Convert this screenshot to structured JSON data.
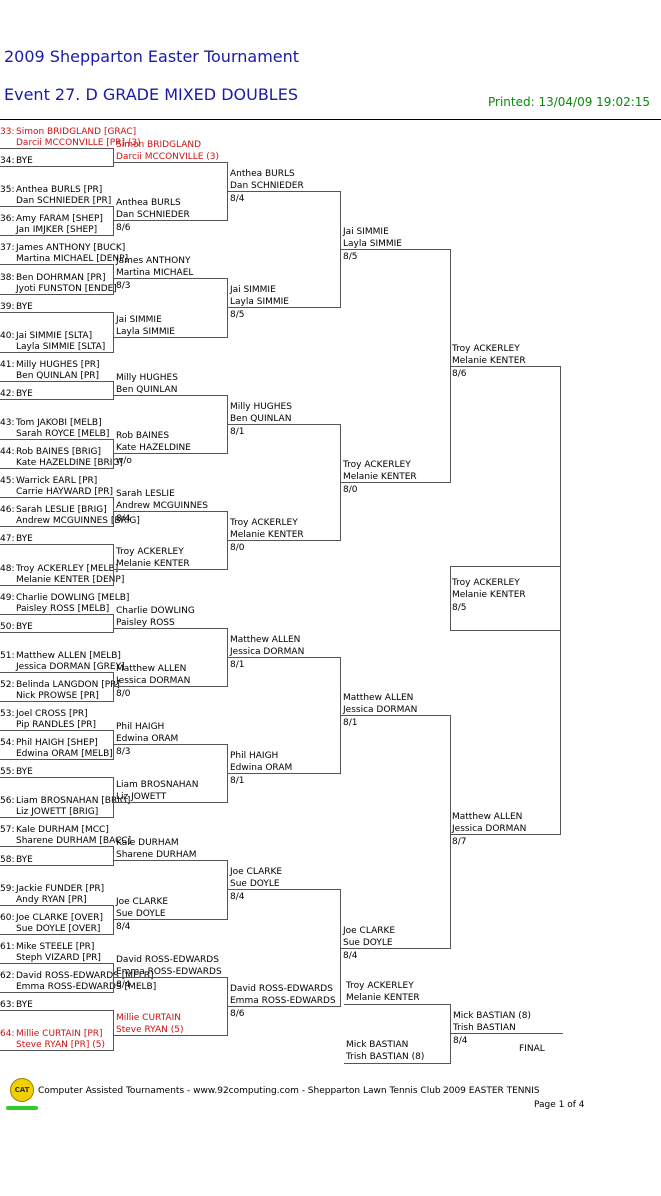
{
  "header": {
    "tournament": "2009 Shepparton Easter Tournament",
    "event": "Event 27. D GRADE MIXED DOUBLES",
    "printed": "Printed: 13/04/09 19:02:15"
  },
  "round1": [
    {
      "no": "33:",
      "p1": "Simon BRIDGLAND [GRAC]",
      "p2": "Darcii MCCONVILLE [PR] (3)",
      "seed": true
    },
    {
      "no": "34:",
      "p1": "BYE",
      "p2": ""
    },
    {
      "no": "35:",
      "p1": "Anthea BURLS [PR]",
      "p2": "Dan SCHNIEDER [PR]"
    },
    {
      "no": "36:",
      "p1": "Amy FARAM [SHEP]",
      "p2": "Jan IMJKER [SHEP]"
    },
    {
      "no": "37:",
      "p1": "James ANTHONY [BUCK]",
      "p2": "Martina MICHAEL [DENP]"
    },
    {
      "no": "38:",
      "p1": "Ben DOHRMAN [PR]",
      "p2": "Jyoti FUNSTON [ENDE]"
    },
    {
      "no": "39:",
      "p1": "BYE",
      "p2": ""
    },
    {
      "no": "40:",
      "p1": "Jai SIMMIE [SLTA]",
      "p2": "Layla SIMMIE [SLTA]"
    },
    {
      "no": "41:",
      "p1": "Milly HUGHES [PR]",
      "p2": "Ben QUINLAN [PR]"
    },
    {
      "no": "42:",
      "p1": "BYE",
      "p2": ""
    },
    {
      "no": "43:",
      "p1": "Tom JAKOBI [MELB]",
      "p2": "Sarah ROYCE [MELB]"
    },
    {
      "no": "44:",
      "p1": "Rob BAINES [BRIG]",
      "p2": "Kate HAZELDINE [BRIG]"
    },
    {
      "no": "45:",
      "p1": "Warrick EARL [PR]",
      "p2": "Carrie HAYWARD [PR]"
    },
    {
      "no": "46:",
      "p1": "Sarah LESLIE [BRIG]",
      "p2": "Andrew MCGUINNES [BRIG]"
    },
    {
      "no": "47:",
      "p1": "BYE",
      "p2": ""
    },
    {
      "no": "48:",
      "p1": "Troy ACKERLEY [MELB]",
      "p2": "Melanie KENTER [DENP]"
    },
    {
      "no": "49:",
      "p1": "Charlie DOWLING [MELB]",
      "p2": "Paisley ROSS [MELB]"
    },
    {
      "no": "50:",
      "p1": "BYE",
      "p2": ""
    },
    {
      "no": "51:",
      "p1": "Matthew ALLEN [MELB]",
      "p2": "Jessica DORMAN [GREY]"
    },
    {
      "no": "52:",
      "p1": "Belinda LANGDON [PR]",
      "p2": "Nick PROWSE [PR]"
    },
    {
      "no": "53:",
      "p1": "Joel CROSS [PR]",
      "p2": "Pip RANDLES [PR]"
    },
    {
      "no": "54:",
      "p1": "Phil HAIGH [SHEP]",
      "p2": "Edwina ORAM [MELB]"
    },
    {
      "no": "55:",
      "p1": "BYE",
      "p2": ""
    },
    {
      "no": "56:",
      "p1": "Liam BROSNAHAN [BRIG]",
      "p2": "Liz JOWETT [BRIG]"
    },
    {
      "no": "57:",
      "p1": "Kale DURHAM [MCC]",
      "p2": "Sharene DURHAM [BACC]"
    },
    {
      "no": "58:",
      "p1": "BYE",
      "p2": ""
    },
    {
      "no": "59:",
      "p1": "Jackie FUNDER [PR]",
      "p2": "Andy RYAN [PR]"
    },
    {
      "no": "60:",
      "p1": "Joe CLARKE [OVER]",
      "p2": "Sue DOYLE [OVER]"
    },
    {
      "no": "61:",
      "p1": "Mike STEELE [PR]",
      "p2": "Steph VIZARD [PR]"
    },
    {
      "no": "62:",
      "p1": "David ROSS-EDWARDS [MELB]",
      "p2": "Emma ROSS-EDWARDS [MELB]"
    },
    {
      "no": "63:",
      "p1": "BYE",
      "p2": ""
    },
    {
      "no": "64:",
      "p1": "Millie CURTAIN [PR]",
      "p2": "Steve RYAN [PR] (5)",
      "seed": true
    }
  ],
  "round2": [
    {
      "p1": "Simon BRIDGLAND",
      "p2": "Darcii MCCONVILLE (3)",
      "score": "",
      "seed": true
    },
    {
      "p1": "Anthea BURLS",
      "p2": "Dan SCHNIEDER",
      "score": "8/6"
    },
    {
      "p1": "James ANTHONY",
      "p2": "Martina MICHAEL",
      "score": "8/3"
    },
    {
      "p1": "Jai SIMMIE",
      "p2": "Layla SIMMIE",
      "score": ""
    },
    {
      "p1": "Milly HUGHES",
      "p2": "Ben QUINLAN",
      "score": ""
    },
    {
      "p1": "Rob BAINES",
      "p2": "Kate HAZELDINE",
      "score": "w/o"
    },
    {
      "p1": "Sarah LESLIE",
      "p2": "Andrew MCGUINNES",
      "score": "8/4"
    },
    {
      "p1": "Troy ACKERLEY",
      "p2": "Melanie KENTER",
      "score": ""
    },
    {
      "p1": "Charlie DOWLING",
      "p2": "Paisley ROSS",
      "score": ""
    },
    {
      "p1": "Matthew ALLEN",
      "p2": "Jessica DORMAN",
      "score": "8/0"
    },
    {
      "p1": "Phil HAIGH",
      "p2": "Edwina ORAM",
      "score": "8/3"
    },
    {
      "p1": "Liam BROSNAHAN",
      "p2": "Liz JOWETT",
      "score": ""
    },
    {
      "p1": "Kale DURHAM",
      "p2": "Sharene DURHAM",
      "score": ""
    },
    {
      "p1": "Joe CLARKE",
      "p2": "Sue DOYLE",
      "score": "8/4"
    },
    {
      "p1": "David ROSS-EDWARDS",
      "p2": "Emma ROSS-EDWARDS",
      "score": "8/4"
    },
    {
      "p1": "Millie CURTAIN",
      "p2": "Steve RYAN (5)",
      "score": "",
      "seed": true
    }
  ],
  "round3": [
    {
      "p1": "Anthea BURLS",
      "p2": "Dan SCHNIEDER",
      "score": "8/4"
    },
    {
      "p1": "Jai SIMMIE",
      "p2": "Layla SIMMIE",
      "score": "8/5"
    },
    {
      "p1": "Milly HUGHES",
      "p2": "Ben QUINLAN",
      "score": "8/1"
    },
    {
      "p1": "Troy ACKERLEY",
      "p2": "Melanie KENTER",
      "score": "8/0"
    },
    {
      "p1": "Matthew ALLEN",
      "p2": "Jessica DORMAN",
      "score": "8/1"
    },
    {
      "p1": "Phil HAIGH",
      "p2": "Edwina ORAM",
      "score": "8/1"
    },
    {
      "p1": "Joe CLARKE",
      "p2": "Sue DOYLE",
      "score": "8/4"
    },
    {
      "p1": "David ROSS-EDWARDS",
      "p2": "Emma ROSS-EDWARDS",
      "score": "8/6"
    }
  ],
  "round4": [
    {
      "p1": "Jai SIMMIE",
      "p2": "Layla SIMMIE",
      "score": "8/5"
    },
    {
      "p1": "Troy ACKERLEY",
      "p2": "Melanie KENTER",
      "score": "8/0"
    },
    {
      "p1": "Matthew ALLEN",
      "p2": "Jessica DORMAN",
      "score": "8/1"
    },
    {
      "p1": "Joe CLARKE",
      "p2": "Sue DOYLE",
      "score": "8/4"
    }
  ],
  "round5": [
    {
      "p1": "Troy ACKERLEY",
      "p2": "Melanie KENTER",
      "score": "8/6"
    },
    {
      "p1": "Matthew ALLEN",
      "p2": "Jessica DORMAN",
      "score": "8/7"
    }
  ],
  "round6": {
    "p1": "Troy ACKERLEY",
    "p2": "Melanie KENTER",
    "score": "8/5"
  },
  "final_block": {
    "top_p1": "Troy ACKERLEY",
    "top_p2": "Melanie KENTER",
    "bot_p1": "Mick BASTIAN",
    "bot_p2": "Trish BASTIAN (8)",
    "win_p1": "Mick BASTIAN (8)",
    "win_p2": "Trish BASTIAN",
    "win_score": "8/4",
    "final_label": "FINAL"
  },
  "footer": {
    "logo": "CAT",
    "text": "Computer Assisted Tournaments - www.92computing.com -  Shepparton Lawn Tennis Club",
    "event_label": "2009 EASTER TENNIS",
    "page": "Page 1 of 4"
  }
}
